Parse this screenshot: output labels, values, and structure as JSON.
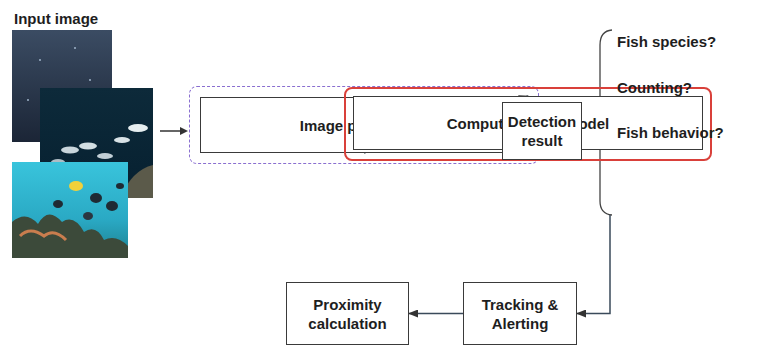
{
  "diagram": {
    "nodes": [
      {
        "text": [
          "Image preprocess"
        ]
      },
      {
        "text": [
          "Computer vison model"
        ]
      },
      {
        "text": [
          "Detection result"
        ]
      },
      {
        "text": [
          "Proximity calculation"
        ]
      },
      {
        "text": [
          "Tracking & Alerting"
        ]
      }
    ],
    "edges": [
      {
        "from": 0,
        "to": 1,
        "arrow": "to"
      },
      {
        "from": 1,
        "to": 2,
        "arrow": "to"
      },
      {
        "from": 2,
        "to": 4,
        "arrow": "to"
      },
      {
        "from": 4,
        "to": 3,
        "arrow": "to"
      }
    ],
    "labels": [
      "Input image",
      "Fish species?",
      "Counting?",
      "Fish behavior?"
    ]
  }
}
